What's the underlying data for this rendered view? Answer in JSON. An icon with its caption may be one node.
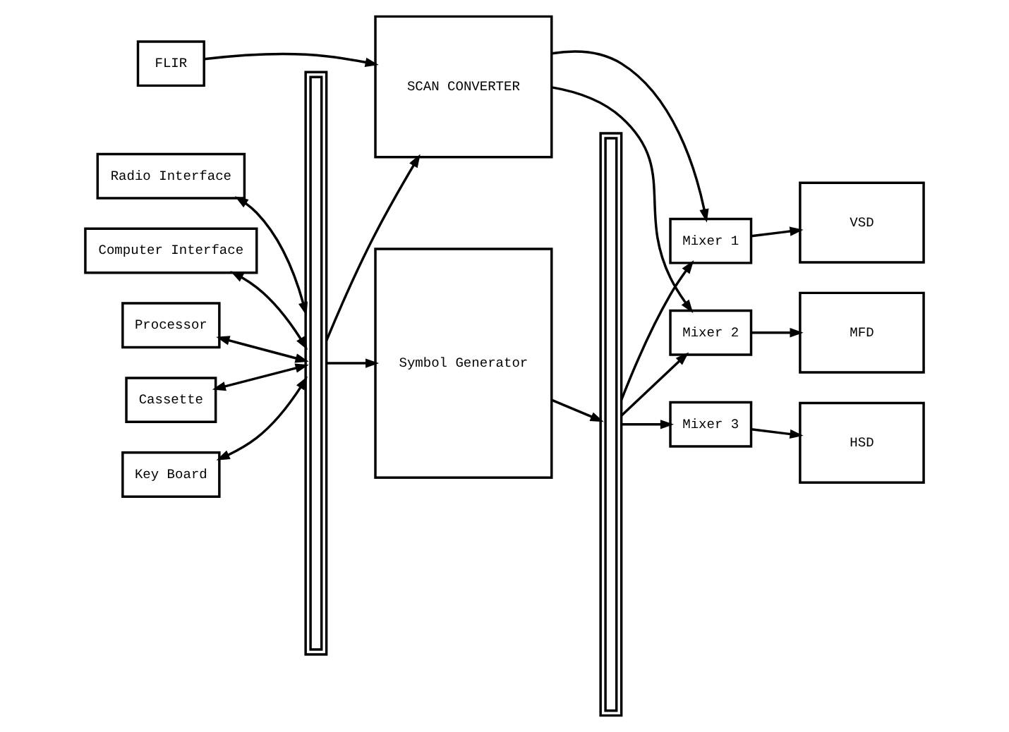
{
  "diagram": {
    "nodes": [
      {
        "text": [
          "FLIR"
        ]
      },
      {
        "text": [
          "SCAN CONVERTER"
        ]
      },
      {
        "text": [],
        "shape": "bar"
      },
      {
        "text": [],
        "shape": "bar"
      },
      {
        "text": [
          "Mixer 1"
        ]
      },
      {
        "text": [
          "VSD"
        ]
      },
      {
        "text": [
          "Radio Interface"
        ]
      },
      {
        "text": [
          "Computer Interface"
        ]
      },
      {
        "text": [
          "Symbol Generator"
        ]
      },
      {
        "text": [
          "Mixer 2"
        ]
      },
      {
        "text": [
          "MFD"
        ]
      },
      {
        "text": [
          "Processor"
        ]
      },
      {
        "text": [
          "Cassette"
        ]
      },
      {
        "text": [
          "Mixer 3"
        ]
      },
      {
        "text": [
          "HSD"
        ]
      },
      {
        "text": [
          "Key Board"
        ]
      }
    ],
    "edges": [
      {
        "from": 0,
        "to": 1,
        "arrow": "to"
      },
      {
        "from": 2,
        "to": 1,
        "arrow": "to"
      },
      {
        "from": 6,
        "to": 2,
        "arrow": "both"
      },
      {
        "from": 7,
        "to": 2,
        "arrow": "both"
      },
      {
        "from": 11,
        "to": 2,
        "arrow": "both"
      },
      {
        "from": 12,
        "to": 2,
        "arrow": "both"
      },
      {
        "from": 15,
        "to": 2,
        "arrow": "both"
      },
      {
        "from": 2,
        "to": 8,
        "arrow": "to"
      },
      {
        "from": 8,
        "to": 3,
        "arrow": "to"
      },
      {
        "from": 1,
        "to": 4,
        "arrow": "to"
      },
      {
        "from": 1,
        "to": 9,
        "arrow": "to"
      },
      {
        "from": 3,
        "to": 4,
        "arrow": "to"
      },
      {
        "from": 3,
        "to": 9,
        "arrow": "to"
      },
      {
        "from": 3,
        "to": 13,
        "arrow": "to"
      },
      {
        "from": 4,
        "to": 5,
        "arrow": "to"
      },
      {
        "from": 9,
        "to": 10,
        "arrow": "to"
      },
      {
        "from": 13,
        "to": 14,
        "arrow": "to"
      }
    ]
  }
}
